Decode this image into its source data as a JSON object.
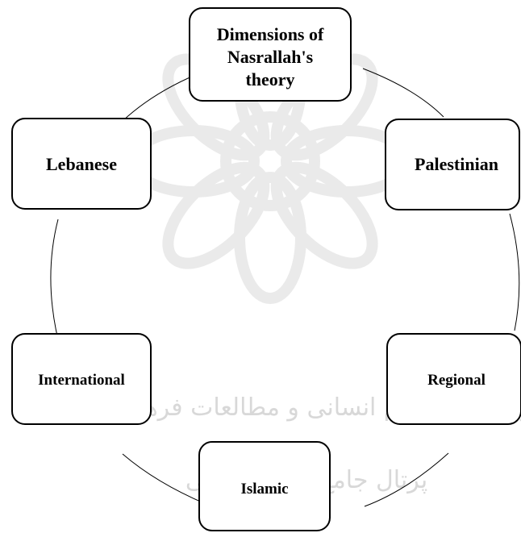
{
  "diagram": {
    "center": {
      "lines": [
        "Dimensions of",
        "Nasrallah's",
        "theory"
      ]
    },
    "nodes": [
      {
        "id": "palestinian",
        "label": "Palestinian"
      },
      {
        "id": "regional",
        "label": "Regional"
      },
      {
        "id": "islamic",
        "label": "Islamic"
      },
      {
        "id": "international",
        "label": "International"
      },
      {
        "id": "lebanese",
        "label": "Lebanese"
      }
    ]
  },
  "watermark": {
    "line1": "پژوهشگاه علوم انسانی و مطالعات فرهنگی",
    "line2": "پرتال جامع علوم انسانی"
  }
}
